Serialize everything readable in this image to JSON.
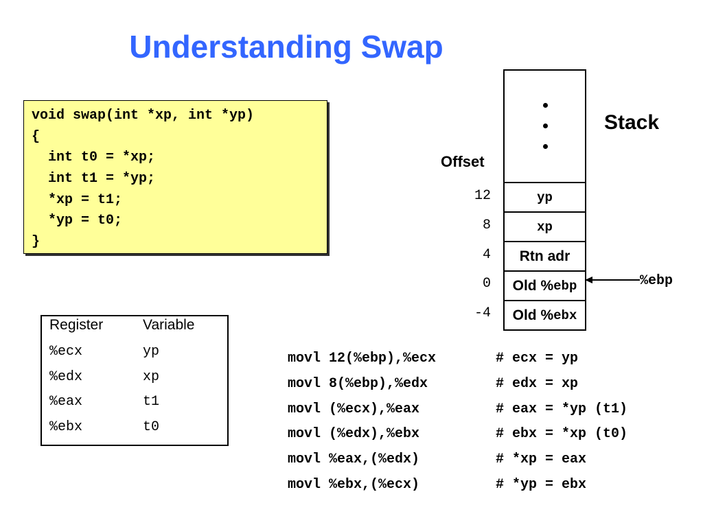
{
  "slide": {
    "title": "Understanding Swap"
  },
  "code": {
    "lines": [
      "void swap(int *xp, int *yp)",
      "{",
      "  int t0 = *xp;",
      "  int t1 = *yp;",
      "  *xp = t1;",
      "  *yp = t0;",
      "}"
    ]
  },
  "stack": {
    "label": "Stack",
    "offset_header": "Offset",
    "rows": [
      {
        "offset": "12",
        "cell": "yp"
      },
      {
        "offset": "8",
        "cell": "xp"
      },
      {
        "offset": "4",
        "cell": "Rtn adr"
      },
      {
        "offset": "0",
        "cell_prefix": "Old %",
        "cell_reg": "ebp"
      },
      {
        "offset": "-4",
        "cell_prefix": "Old %",
        "cell_reg": "ebx"
      }
    ],
    "pointer_label": "%ebp"
  },
  "register_table": {
    "headers": [
      "Register",
      "Variable"
    ],
    "rows": [
      [
        "%ecx",
        "yp"
      ],
      [
        "%edx",
        "xp"
      ],
      [
        "%eax",
        "t1"
      ],
      [
        "%ebx",
        "t0"
      ]
    ]
  },
  "assembly": [
    {
      "instr": "movl 12(%ebp),%ecx",
      "comment": "# ecx = yp"
    },
    {
      "instr": "movl 8(%ebp),%edx",
      "comment": "# edx = xp"
    },
    {
      "instr": "movl (%ecx),%eax",
      "comment": "# eax = *yp (t1)"
    },
    {
      "instr": "movl (%edx),%ebx",
      "comment": "# ebx = *xp (t0)"
    },
    {
      "instr": "movl %eax,(%edx)",
      "comment": "# *xp = eax"
    },
    {
      "instr": "movl %ebx,(%ecx)",
      "comment": "# *yp = ebx"
    }
  ],
  "colors": {
    "title": "#3366ff",
    "code_background": "#ffff99"
  }
}
